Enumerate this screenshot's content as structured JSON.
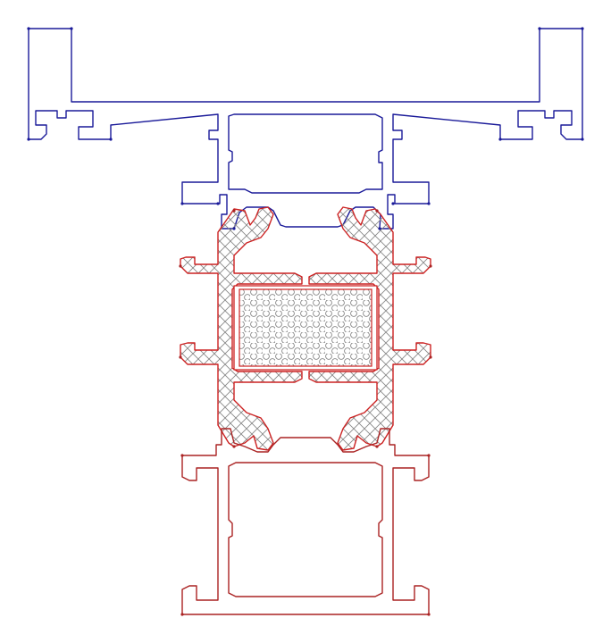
{
  "diagram": {
    "parts": [
      {
        "name": "upper-frame-profile",
        "color": "#1a1a99"
      },
      {
        "name": "thermal-break",
        "color": "#cc2222",
        "hatch": "crosshatch"
      },
      {
        "name": "insulation-core",
        "fill": "honeycomb"
      },
      {
        "name": "lower-frame-profile",
        "color": "#aa2222"
      }
    ]
  }
}
